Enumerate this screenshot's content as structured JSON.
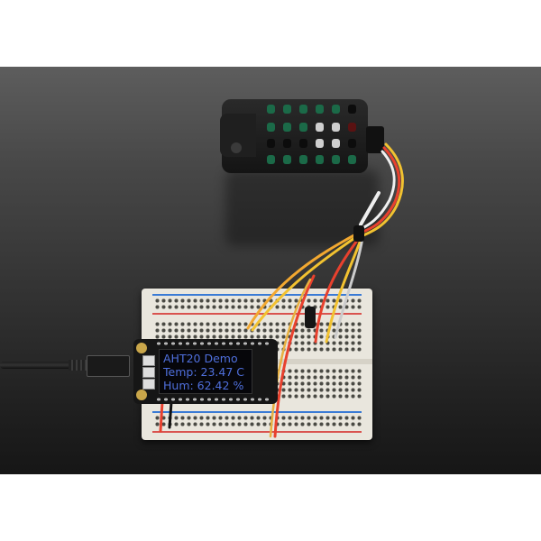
{
  "scene": {
    "description": "Product photo of an AHT20 temperature & humidity sensor in a black vented enclosure, wired to a half-size breadboard with a Feather board and OLED display",
    "background_color": "#ffffff",
    "photo_backdrop_color": "#333333"
  },
  "sensor": {
    "label": "AHT20 sensor enclosure",
    "body_color": "#1a1a1a",
    "wire_colors": [
      "#e8412e",
      "#f2c230",
      "#f0f0f0",
      "#1a1a1a"
    ]
  },
  "oled": {
    "text_color": "#4f6fdc",
    "lines": [
      "AHT20 Demo",
      "Temp: 23.47 C",
      "Hum: 62.42 %"
    ]
  },
  "breadboard": {
    "rail_colors": {
      "positive": "#d9534f",
      "negative": "#3a7bd5"
    }
  }
}
